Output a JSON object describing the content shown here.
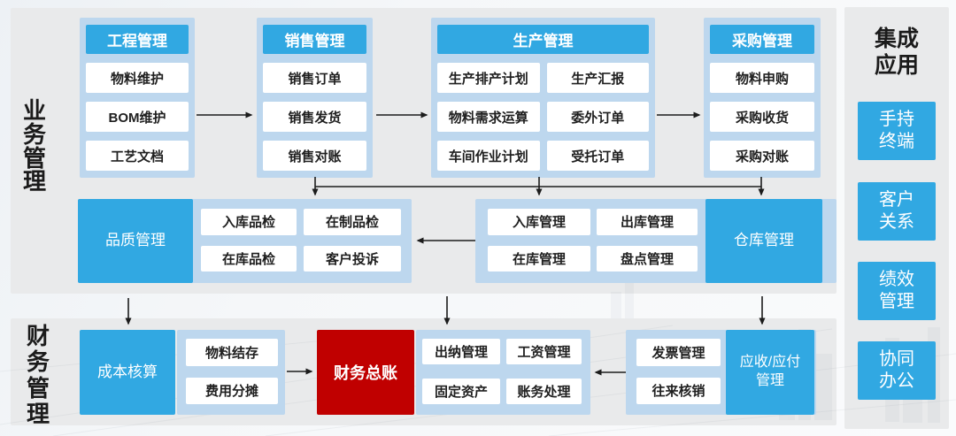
{
  "labels": {
    "business": "业务管理",
    "finance": "财务管理"
  },
  "tier1": [
    {
      "header": "工程管理",
      "items": [
        "物料维护",
        "BOM维护",
        "工艺文档"
      ]
    },
    {
      "header": "销售管理",
      "items": [
        "销售订单",
        "销售发货",
        "销售对账"
      ]
    },
    {
      "header": "生产管理",
      "items": [
        "生产排产计划",
        "生产汇报",
        "物料需求运算",
        "委外订单",
        "车间作业计划",
        "受托订单"
      ]
    },
    {
      "header": "采购管理",
      "items": [
        "物料申购",
        "采购收货",
        "采购对账"
      ]
    }
  ],
  "tier2": {
    "quality": {
      "label": "品质管理",
      "items": [
        "入库品检",
        "在制品检",
        "在库品检",
        "客户投诉"
      ]
    },
    "warehouse": {
      "label": "仓库管理",
      "items": [
        "入库管理",
        "出库管理",
        "在库管理",
        "盘点管理"
      ]
    }
  },
  "tier3": {
    "cost_label": "成本核算",
    "cost_items": [
      "物料结存",
      "费用分摊"
    ],
    "ledger_label": "财务总账",
    "ledger_items": [
      "出纳管理",
      "工资管理",
      "固定资产",
      "账务处理"
    ],
    "ap_items": [
      "发票管理",
      "往来核销"
    ],
    "ap_label": "应收/应付管理"
  },
  "sidebar": {
    "title": "集成应用",
    "items": [
      "手持终端",
      "客户关系",
      "绩效管理",
      "协同办公"
    ]
  },
  "colors": {
    "accent_blue": "#31a8e2",
    "panel_blue": "#bdd7ee",
    "ledger_red": "#c00000",
    "band_gray": "#e9eaeb"
  }
}
